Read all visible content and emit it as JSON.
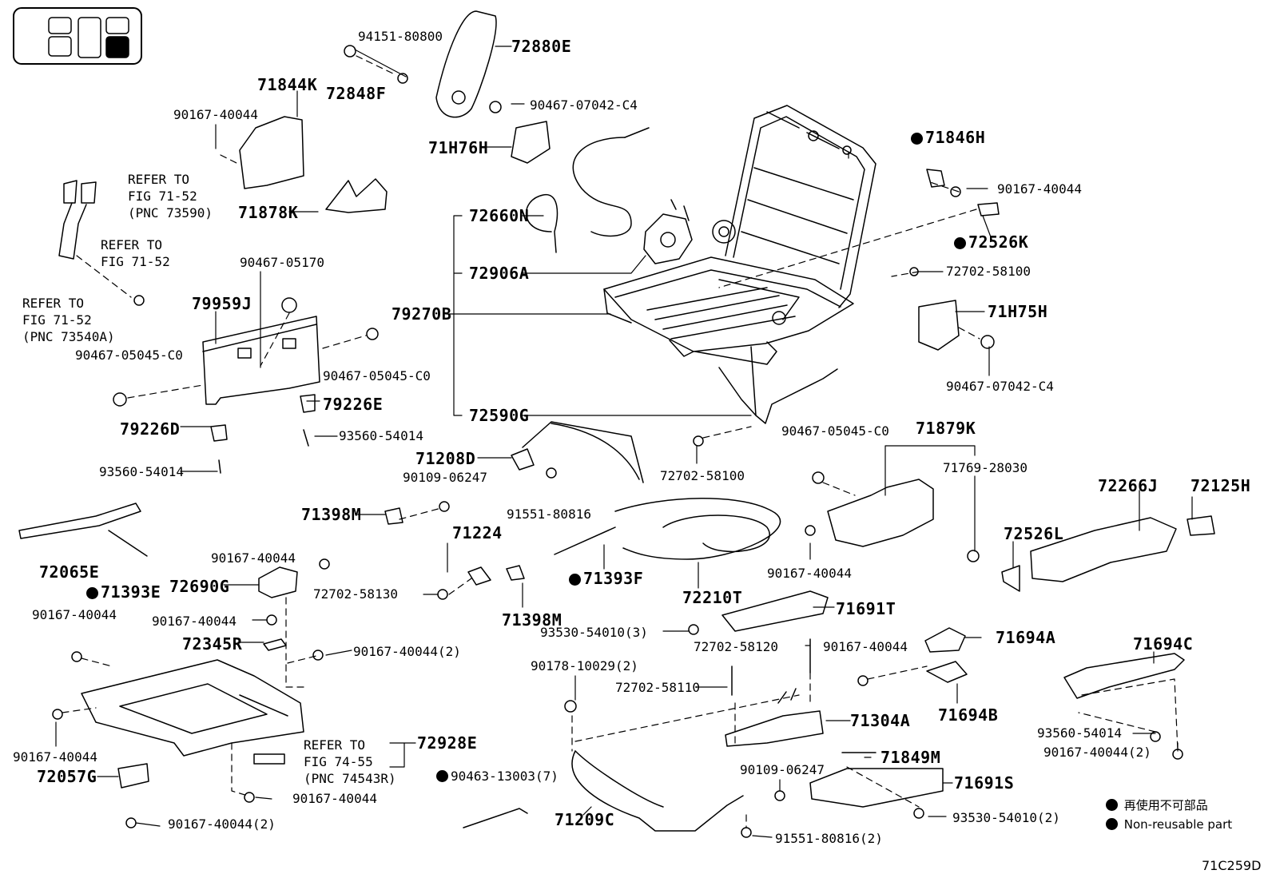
{
  "figure_id": "71C259D",
  "legend": {
    "jp": "再使用不可部品",
    "en": "Non-reusable part"
  },
  "labels": {
    "p72880E": "72880E",
    "p94151_80800": "94151-80800",
    "p72848F": "72848F",
    "p71844K": "71844K",
    "p90167_40044_a": "90167-40044",
    "p90467_07042_C4_a": "90467-07042-C4",
    "p71H76H": "71H76H",
    "p71878K": "71878K",
    "p71846H": "71846H",
    "p90167_40044_b": "90167-40044",
    "p72526K": "72526K",
    "p72660N": "72660N",
    "p72906A": "72906A",
    "p79270B": "79270B",
    "p72590G": "72590G",
    "p72702_58100_a": "72702-58100",
    "p71H75H": "71H75H",
    "p90467_07042_C4_b": "90467-07042-C4",
    "p90467_05170": "90467-05170",
    "p79959J": "79959J",
    "p90467_05045_C0_a": "90467-05045-C0",
    "p90467_05045_C0_b": "90467-05045-C0",
    "p79226E": "79226E",
    "p79226D": "79226D",
    "p93560_54014_a": "93560-54014",
    "p93560_54014_b": "93560-54014",
    "p71208D": "71208D",
    "p90109_06247_a": "90109-06247",
    "p91551_80816_a": "91551-80816",
    "p72702_58100_b": "72702-58100",
    "p90467_05045_C0_c": "90467-05045-C0",
    "p71879K": "71879K",
    "p71769_28030": "71769-28030",
    "p72266J": "72266J",
    "p72125H": "72125H",
    "p71398M_a": "71398M",
    "p71224": "71224",
    "p72065E": "72065E",
    "p71393E": "71393E",
    "p90167_40044_c": "90167-40044",
    "p72690G": "72690G",
    "p72702_58130": "72702-58130",
    "p71393F": "71393F",
    "p72210T": "72210T",
    "p90167_40044_d": "90167-40044",
    "p72526L": "72526L",
    "p71691T": "71691T",
    "p90167_40044_e": "90167-40044",
    "p90167_40044_f": "90167-40044",
    "p71398M_b": "71398M",
    "p72345R": "72345R",
    "p90167_40044_2a": "90167-40044(2)",
    "p93530_54010_3": "93530-54010(3)",
    "p72702_58120": "72702-58120",
    "p90167_40044_g": "90167-40044",
    "p71694A": "71694A",
    "p71694C": "71694C",
    "p90178_10029_2": "90178-10029(2)",
    "p72702_58110": "72702-58110",
    "p71694B": "71694B",
    "p71304A": "71304A",
    "p93560_54014_c": "93560-54014",
    "p90167_40044_2b": "90167-40044(2)",
    "p90167_40044_h": "90167-40044",
    "p72928E": "72928E",
    "p72057G": "72057G",
    "p90463_13003_7": "90463-13003(7)",
    "p90167_40044_i": "90167-40044",
    "p90167_40044_2c": "90167-40044(2)",
    "p71209C": "71209C",
    "p71849M": "71849M",
    "p90109_06247_b": "90109-06247",
    "p71691S": "71691S",
    "p93530_54010_2": "93530-54010(2)",
    "p91551_80816_2": "91551-80816(2)"
  },
  "refs": {
    "r1": "REFER TO\nFIG 71-52\n(PNC 73590)",
    "r2": "REFER TO\nFIG 71-52",
    "r3": "REFER TO\nFIG 71-52\n(PNC 73540A)",
    "r4": "REFER TO\nFIG 74-55\n(PNC 74543R)"
  }
}
